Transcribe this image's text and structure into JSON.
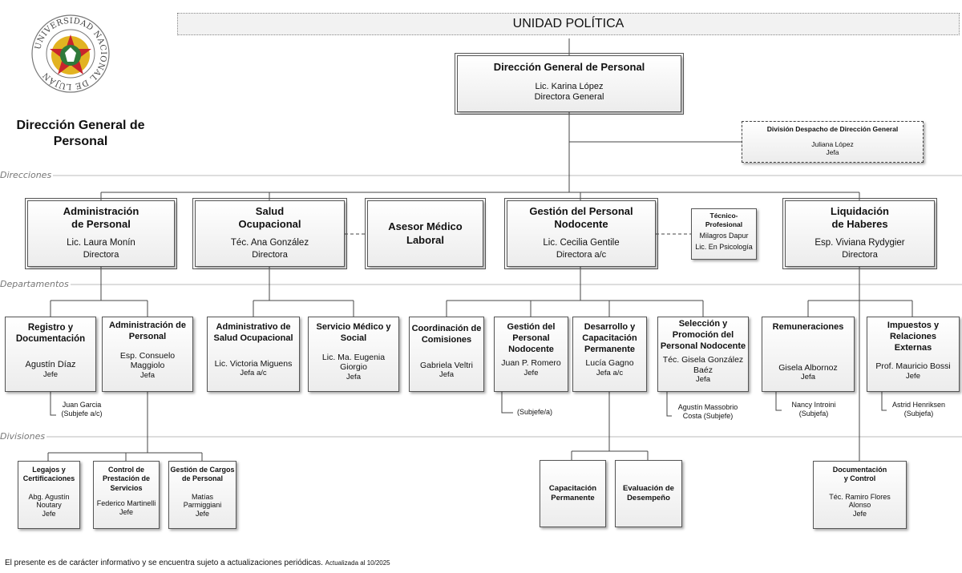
{
  "header": {
    "unidad": "UNIDAD POLÍTICA",
    "page_title_line1": "Dirección General de",
    "page_title_line2": "Personal",
    "logo_text": "UNIVERSIDAD NACIONAL DE LUJÁN"
  },
  "sections": {
    "direcciones": "Direcciones",
    "departamentos": "Departamentos",
    "divisiones": "Divisiones"
  },
  "top": {
    "title": "Dirección General de Personal",
    "name": "Lic. Karina López",
    "role": "Directora General"
  },
  "despacho": {
    "title": "División Despacho de Dirección General",
    "name": "Juliana López",
    "role": "Jefa"
  },
  "direcciones": {
    "admin": {
      "t1": "Administración",
      "t2": "de Personal",
      "name": "Lic. Laura Monín",
      "role": "Directora"
    },
    "salud": {
      "t1": "Salud",
      "t2": "Ocupacional",
      "name": "Téc. Ana González",
      "role": "Directora"
    },
    "asesor": {
      "t1": "Asesor Médico",
      "t2": "Laboral"
    },
    "gestion": {
      "t1": "Gestión del Personal",
      "t2": "Nodocente",
      "name": "Lic. Cecilia Gentile",
      "role": "Directora a/c"
    },
    "tecnico": {
      "t1": "Técnico-",
      "t2": "Profesional",
      "name": "Milagros Dapur",
      "role": "Lic. En Psicología"
    },
    "liquidacion": {
      "t1": "Liquidación",
      "t2": "de Haberes",
      "name": "Esp. Viviana Rydygier",
      "role": "Directora"
    }
  },
  "departamentos": {
    "registro": {
      "t1": "Registro y",
      "t2": "Documentación",
      "name": "Agustín Díaz",
      "role": "Jefe",
      "sub1": "Juan Garcia",
      "sub2": "(Subjefe a/c)"
    },
    "adminpers": {
      "t1": "Administración de",
      "t2": "Personal",
      "name1": "Esp. Consuelo",
      "name2": "Maggiolo",
      "role": "Jefa"
    },
    "adminsalud": {
      "t1": "Administrativo de",
      "t2": "Salud Ocupacional",
      "name": "Lic. Victoria Miguens",
      "role": "Jefa a/c"
    },
    "servmed": {
      "t1": "Servicio Médico y",
      "t2": "Social",
      "name1": "Lic. Ma. Eugenia",
      "name2": "Giorgio",
      "role": "Jefa"
    },
    "coord": {
      "t1": "Coordinación de",
      "t2": "Comisiones",
      "name": "Gabriela Veltri",
      "role": "Jefa"
    },
    "gestnodo": {
      "t1": "Gestión del",
      "t2": "Personal",
      "t3": "Nodocente",
      "name": "Juan P. Romero",
      "role": "Jefe",
      "sub": "(Subjefe/a)"
    },
    "desarrollo": {
      "t1": "Desarrollo y",
      "t2": "Capacitación",
      "t3": "Permanente",
      "name": "Lucía Gagno",
      "role": "Jefa a/c"
    },
    "seleccion": {
      "t1": "Selección y",
      "t2": "Promoción del",
      "t3": "Personal Nodocente",
      "name1": "Téc. Gisela González",
      "name2": "Baéz",
      "role": "Jefa",
      "sub1": "Agustín Massobrio",
      "sub2": "Costa (Subjefe)"
    },
    "remun": {
      "t1": "Remuneraciones",
      "name": "Gisela Albornoz",
      "role": "Jefa",
      "sub1": "Nancy Introini",
      "sub2": "(Subjefa)"
    },
    "impuestos": {
      "t1": "Impuestos y",
      "t2": "Relaciones",
      "t3": "Externas",
      "name": "Prof. Mauricio Bossi",
      "role": "Jefe",
      "sub1": "Astrid Henriksen",
      "sub2": "(Subjefa)"
    }
  },
  "divisiones": {
    "legajos": {
      "t1": "Legajos y",
      "t2": "Certificaciones",
      "name1": "Abg. Agustín",
      "name2": "Noutary",
      "role": "Jefe"
    },
    "control": {
      "t1": "Control de",
      "t2": "Prestación de",
      "t3": "Servicios",
      "name": "Federico Martinelli",
      "role": "Jefe"
    },
    "cargos": {
      "t1": "Gestión de Cargos",
      "t2": "de Personal",
      "name1": "Matías",
      "name2": "Parmiggiani",
      "role": "Jefe"
    },
    "capacitacion": {
      "t1": "Capacitación",
      "t2": "Permanente"
    },
    "evaluacion": {
      "t1": "Evaluación de",
      "t2": "Desempeño"
    },
    "docum": {
      "t1": "Documentación",
      "t2": "y Control",
      "name1": "Téc. Ramiro Flores",
      "name2": "Alonso",
      "role": "Jefe"
    }
  },
  "footer": {
    "note": "El presente es de carácter informativo y se encuentra sujeto a actualizaciones periódicas.",
    "updated": "Actualizada al 10/2025"
  },
  "colors": {
    "border": "#555555",
    "logo_red": "#c8232c",
    "logo_gold": "#e2b321",
    "logo_green": "#2f7a3a"
  }
}
